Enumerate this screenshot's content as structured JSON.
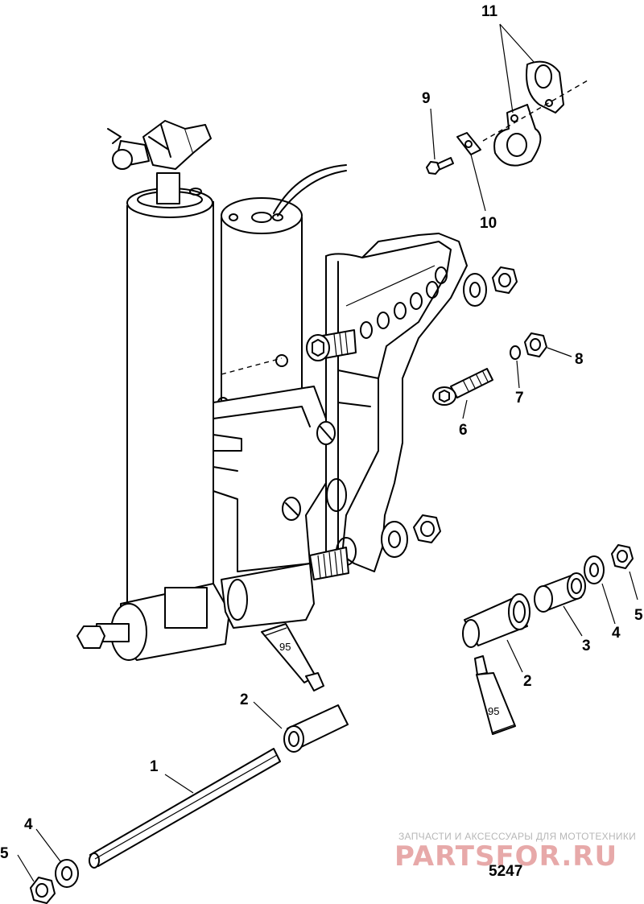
{
  "callouts": {
    "c1": "1",
    "c2_lower": "2",
    "c2_right": "2",
    "c3": "3",
    "c4_left": "4",
    "c4_right": "4",
    "c5_left": "5",
    "c5_right": "5",
    "c6": "6",
    "c7": "7",
    "c8": "8",
    "c9": "9",
    "c10": "10",
    "c11": "11"
  },
  "sealant_tubes": {
    "upper": "95",
    "lower": "95"
  },
  "figure_number": "5247",
  "watermark": {
    "caption": "ЗАПЧАСТИ И АКСЕССУАРЫ ДЛЯ МОТОТЕХНИКИ",
    "logo": "PARTSFOR.RU",
    "color": "#e7a9a9"
  }
}
